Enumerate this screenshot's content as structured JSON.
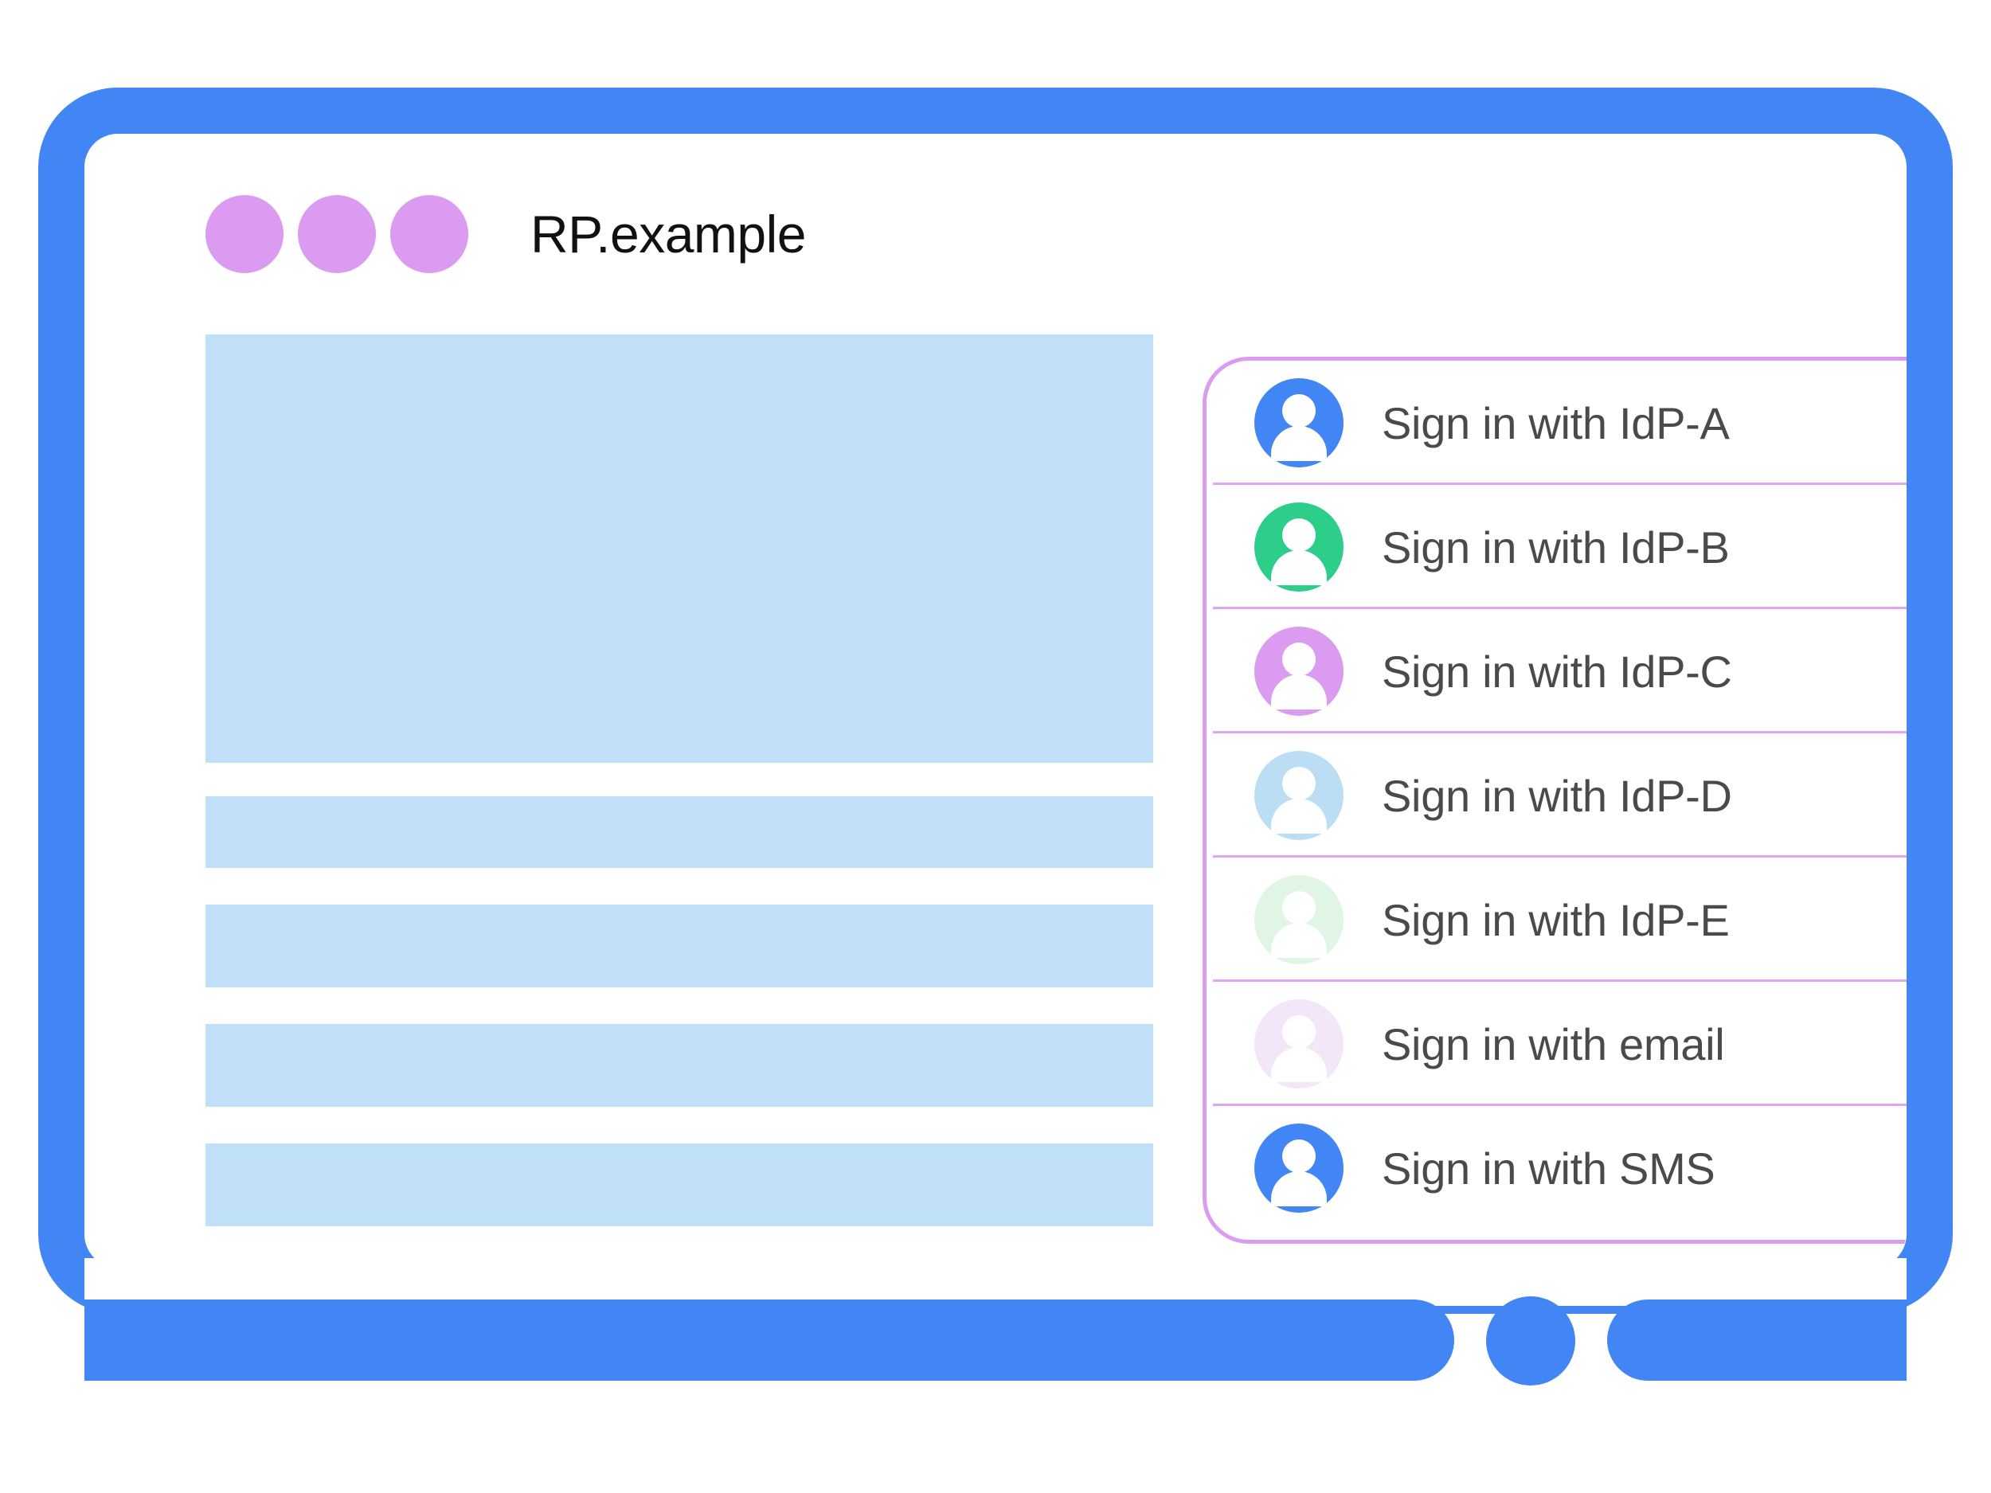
{
  "window": {
    "title": "RP.example",
    "traffic_lights": [
      {
        "name": "dot-1",
        "color": "#DB9BF0"
      },
      {
        "name": "dot-2",
        "color": "#DB9BF0"
      },
      {
        "name": "dot-3",
        "color": "#DB9BF0"
      }
    ]
  },
  "content_placeholder": {
    "block_color": "#BFE0F7",
    "blocks": [
      {
        "name": "hero-block",
        "kind": "hero"
      },
      {
        "name": "text-line-1",
        "kind": "line"
      },
      {
        "name": "text-line-2",
        "kind": "line-l"
      },
      {
        "name": "text-line-3",
        "kind": "line-l"
      },
      {
        "name": "text-line-4",
        "kind": "line-l"
      }
    ]
  },
  "signin_panel": {
    "border_color": "#DB9BF0",
    "divider_color": "#E0A6F0",
    "options": [
      {
        "label": "Sign in with IdP-A",
        "avatar_color": "#4285F4",
        "icon": "person-avatar-icon",
        "name": "idp-a"
      },
      {
        "label": "Sign in with IdP-B",
        "avatar_color": "#2DCE89",
        "icon": "person-avatar-icon",
        "name": "idp-b"
      },
      {
        "label": "Sign in with IdP-C",
        "avatar_color": "#DB9BF0",
        "icon": "person-avatar-icon",
        "name": "idp-c"
      },
      {
        "label": "Sign in with IdP-D",
        "avatar_color": "#BBDEF5",
        "icon": "person-avatar-icon",
        "name": "idp-d"
      },
      {
        "label": "Sign in with IdP-E",
        "avatar_color": "#E0F5E3",
        "icon": "person-avatar-icon",
        "name": "idp-e"
      },
      {
        "label": "Sign in with email",
        "avatar_color": "#F2E6F8",
        "icon": "person-avatar-icon",
        "name": "email"
      },
      {
        "label": "Sign in with SMS",
        "avatar_color": "#4285F4",
        "icon": "person-avatar-icon",
        "name": "sms"
      }
    ]
  },
  "device": {
    "frame_color": "#4285F4",
    "home_button": "home-button"
  }
}
